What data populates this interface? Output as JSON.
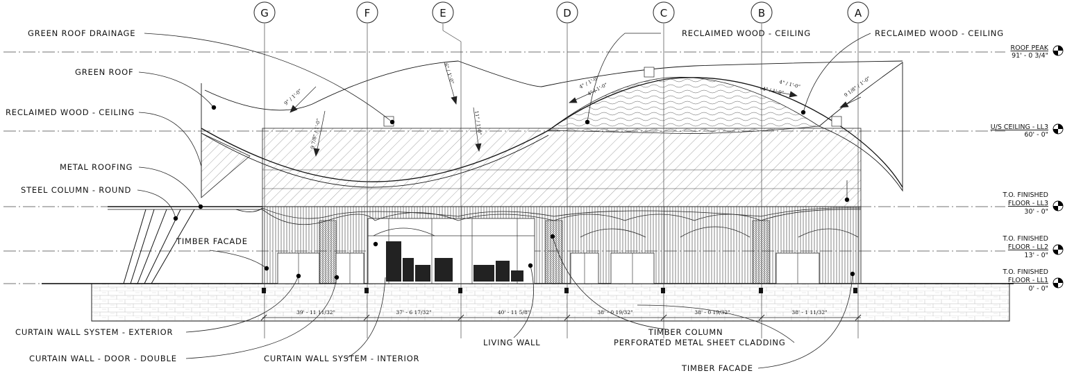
{
  "grid_lines": [
    {
      "id": "G"
    },
    {
      "id": "F"
    },
    {
      "id": "E"
    },
    {
      "id": "D"
    },
    {
      "id": "C"
    },
    {
      "id": "B"
    },
    {
      "id": "A"
    }
  ],
  "levels": [
    {
      "line1": "ROOF PEAK",
      "line2": "91' - 0 3/4\""
    },
    {
      "line1": "U/S CEILING - LL3",
      "line2": "60' - 0\""
    },
    {
      "line1": "T.O. FINISHED",
      "line2": "FLOOR - LL3",
      "line3": "30' - 0\""
    },
    {
      "line1": "T.O. FINISHED",
      "line2": "FLOOR - LL2",
      "line3": "13' - 0\""
    },
    {
      "line1": "T.O. FINISHED",
      "line2": "FLOOR - LL1",
      "line3": "0' - 0\""
    }
  ],
  "annotations": {
    "green_roof_drainage": "GREEN ROOF DRAINAGE",
    "green_roof": "GREEN ROOF",
    "reclaimed_wood_ceiling_left": "RECLAIMED WOOD - CEILING",
    "metal_roofing": "METAL ROOFING",
    "steel_column_round": "STEEL COLUMN - ROUND",
    "timber_facade_left": "TIMBER FACADE",
    "curtain_wall_exterior": "CURTAIN WALL SYSTEM - EXTERIOR",
    "curtain_wall_door": "CURTAIN WALL - DOOR - DOUBLE",
    "curtain_wall_interior": "CURTAIN WALL SYSTEM - INTERIOR",
    "living_wall": "LIVING WALL",
    "timber_column": "TIMBER COLUMN",
    "perforated_metal": "PERFORATED METAL SHEET CLADDING",
    "timber_facade_bottom": "TIMBER FACADE",
    "reclaimed_wood_ceiling_mid": "RECLAIMED WOOD - CEILING",
    "reclaimed_wood_ceiling_right": "RECLAIMED WOOD - CEILING"
  },
  "dimensions": [
    "39' - 11 11/32\"",
    "37' - 6 17/32\"",
    "40' - 11 5/8\"",
    "38' - 0 19/32\"",
    "38' - 0 19/32\"",
    "38' - 1 11/32\""
  ],
  "slopes": [
    "9\" / 1'-0\"",
    "9 7/8\" / 1'-0\"",
    "6\" / 1'-0\"",
    "11\" / 1'-0\"",
    "4\" / 1'-0\"",
    "4\" / 1'-0\"",
    "4\" / 1'-0\"",
    "4\" / 1'-0\"",
    "9 1/8\" / 1'-0\""
  ]
}
